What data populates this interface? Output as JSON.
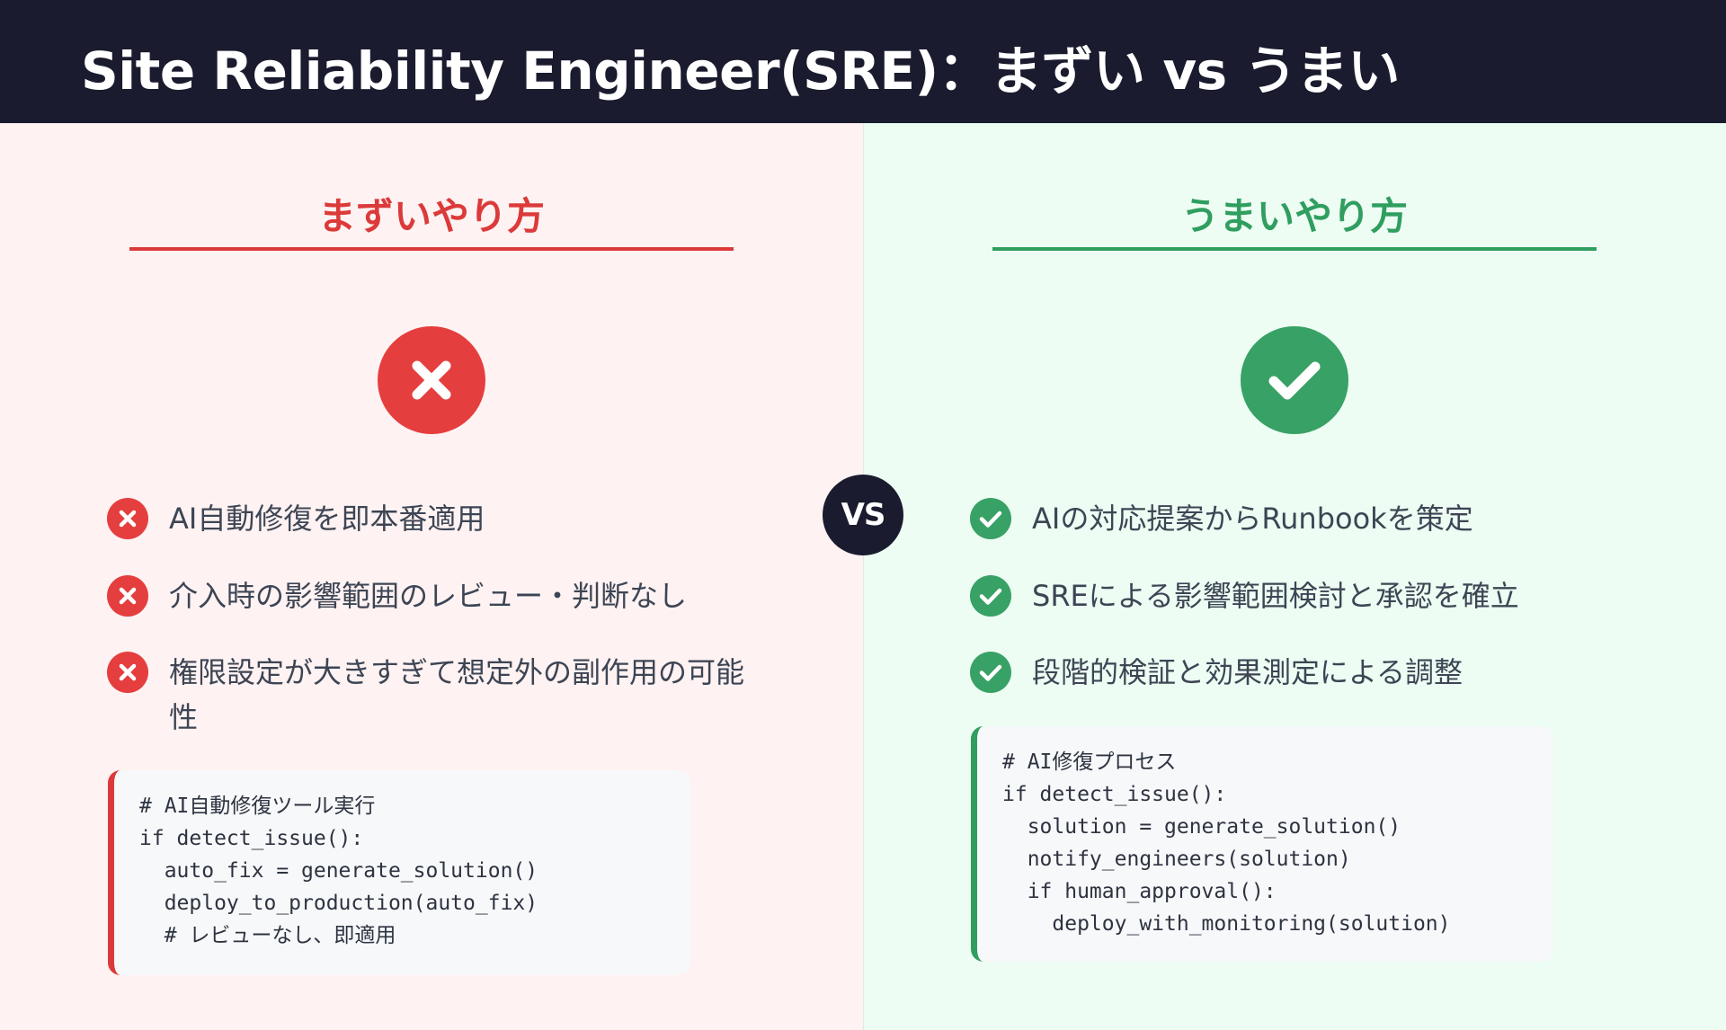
{
  "header": {
    "title": "Site Reliability Engineer(SRE)：まずい vs うまい"
  },
  "bad": {
    "heading": "まずいやり方",
    "icon": "x-circle-icon",
    "color": "#dc3a3a",
    "items": [
      "AI自動修復を即本番適用",
      "介入時の影響範囲のレビュー・判断なし",
      "権限設定が大きすぎて想定外の副作用の可能性"
    ],
    "code": [
      "# AI自動修復ツール実行",
      "if detect_issue():",
      "  auto_fix = generate_solution()",
      "  deploy_to_production(auto_fix)",
      "  # レビューなし、即適用"
    ]
  },
  "vs_label": "VS",
  "good": {
    "heading": "うまいやり方",
    "icon": "check-circle-icon",
    "color": "#2f9e5f",
    "items": [
      "AIの対応提案からRunbookを策定",
      "SREによる影響範囲検討と承認を確立",
      "段階的検証と効果測定による調整"
    ],
    "code": [
      "# AI修復プロセス",
      "if detect_issue():",
      "  solution = generate_solution()",
      "  notify_engineers(solution)",
      "  if human_approval():",
      "    deploy_with_monitoring(solution)"
    ]
  }
}
